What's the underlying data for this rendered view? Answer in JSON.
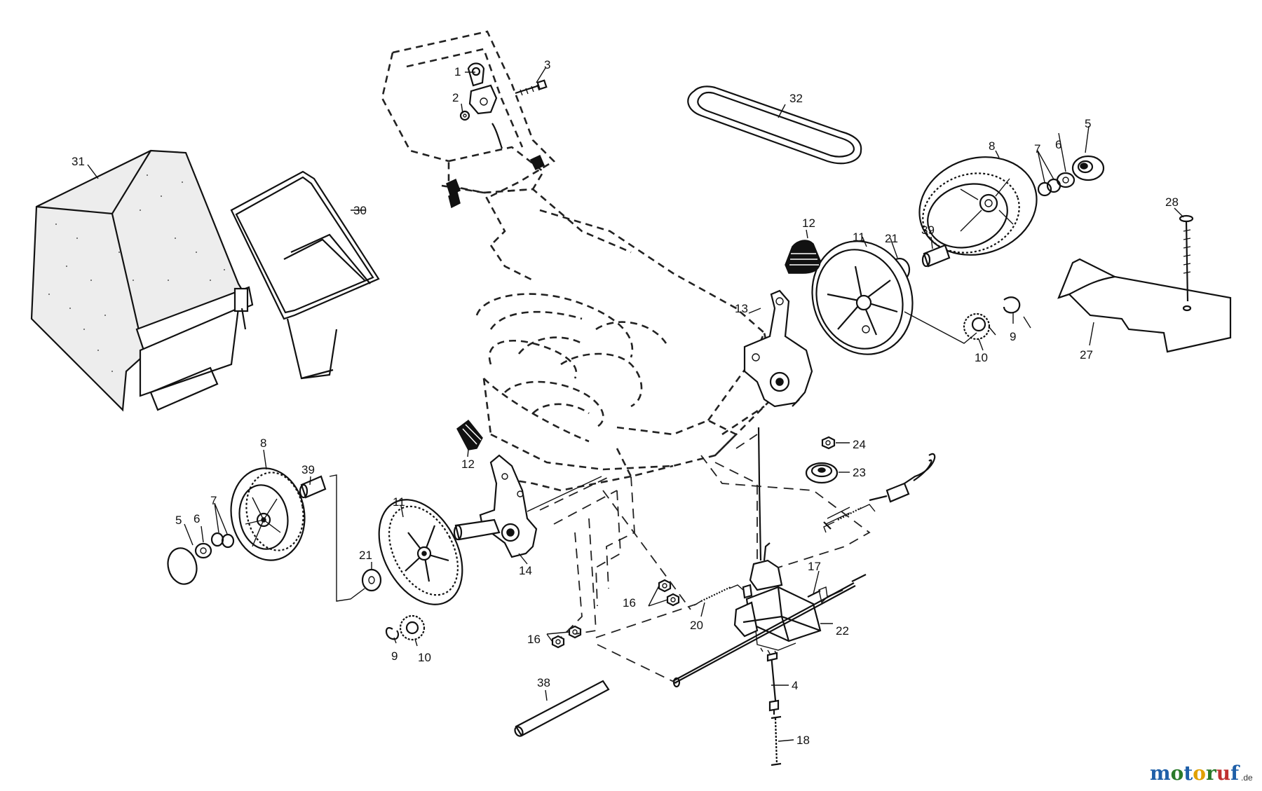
{
  "labels": {
    "p1": "1",
    "p2": "2",
    "p3": "3",
    "p4": "4",
    "p5a": "5",
    "p5b": "5",
    "p6a": "6",
    "p6b": "6",
    "p7a": "7",
    "p7b": "7",
    "p8a": "8",
    "p8b": "8",
    "p9a": "9",
    "p9b": "9",
    "p10a": "10",
    "p10b": "10",
    "p11a": "11",
    "p11b": "11",
    "p12a": "12",
    "p12b": "12",
    "p13": "13",
    "p14": "14",
    "p16a": "16",
    "p16b": "16",
    "p17": "17",
    "p18": "18",
    "p20": "20",
    "p21a": "21",
    "p21b": "21",
    "p22": "22",
    "p23": "23",
    "p24": "24",
    "p27": "27",
    "p28": "28",
    "p30": "30",
    "p31": "31",
    "p32": "32",
    "p38": "38",
    "p39a": "39",
    "p39b": "39"
  },
  "watermark": {
    "brand": "motoruf",
    "suffix": ".de",
    "colors": [
      "#1f5fa8",
      "#2a7a2a",
      "#1f5fa8",
      "#e0a000",
      "#2a7a2a",
      "#c03030",
      "#1f5fa8"
    ]
  }
}
